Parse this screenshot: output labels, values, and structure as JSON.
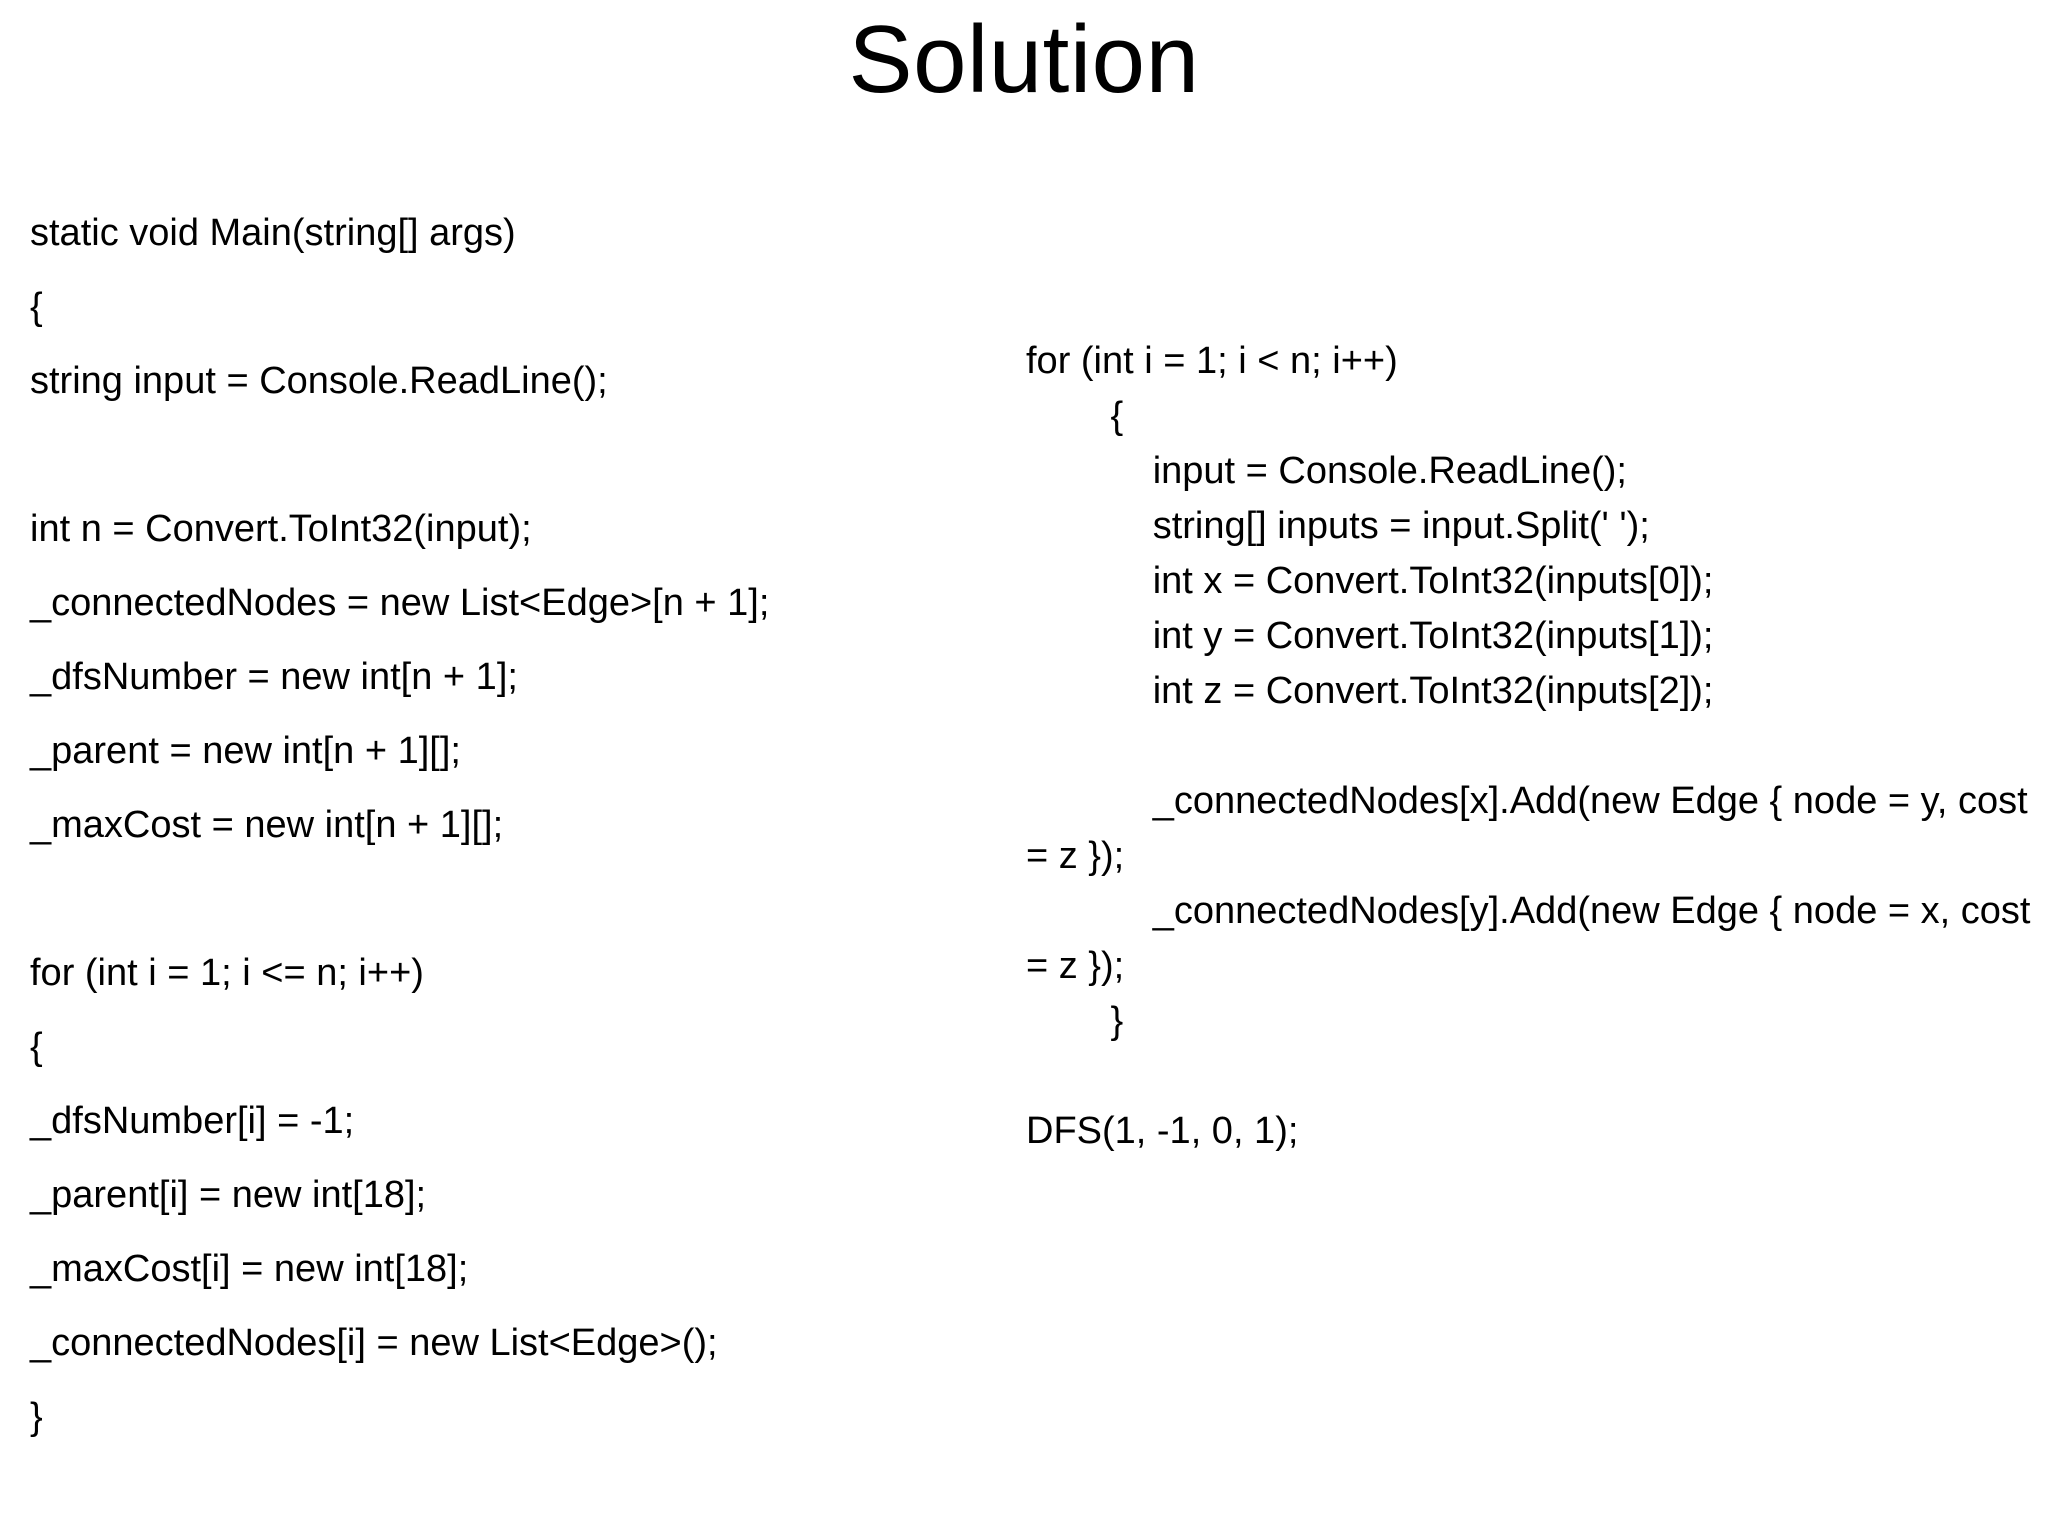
{
  "slide": {
    "title": "Solution",
    "background_color": "#ffffff",
    "text_color": "#000000"
  },
  "code": {
    "left_column": [
      "static void Main(string[] args)",
      "{",
      "string input = Console.ReadLine();",
      "",
      "int n = Convert.ToInt32(input);",
      "_connectedNodes = new List<Edge>[n + 1];",
      "_dfsNumber = new int[n + 1];",
      "_parent = new int[n + 1][];",
      "_maxCost = new int[n + 1][];",
      "",
      "for (int i = 1; i <= n; i++)",
      "{",
      "_dfsNumber[i] = -1;",
      "_parent[i] = new int[18];",
      "_maxCost[i] = new int[18];",
      "_connectedNodes[i] = new List<Edge>();",
      "}"
    ],
    "right_column": [
      "for (int i = 1; i < n; i++)",
      "        {",
      "            input = Console.ReadLine();",
      "            string[] inputs = input.Split(' ');",
      "            int x = Convert.ToInt32(inputs[0]);",
      "            int y = Convert.ToInt32(inputs[1]);",
      "            int z = Convert.ToInt32(inputs[2]);",
      "",
      "            _connectedNodes[x].Add(new Edge { node = y, cost = z });",
      "            _connectedNodes[y].Add(new Edge { node = x, cost = z });",
      "        }",
      "",
      "DFS(1, -1, 0, 1);"
    ]
  }
}
